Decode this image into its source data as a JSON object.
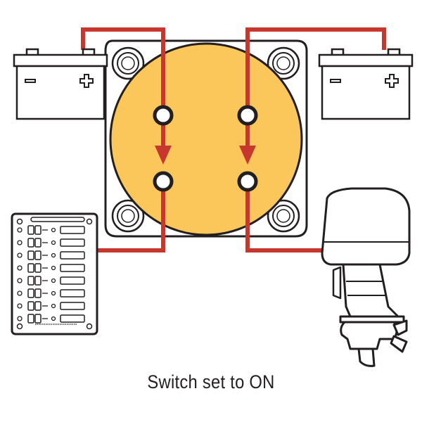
{
  "caption": "Switch set to ON",
  "colors": {
    "wire": "#c8372d",
    "switch_face": "#fcc75a",
    "outline": "#231f20",
    "background": "#ffffff"
  },
  "components": {
    "battery_left": {
      "terminals": [
        "minus",
        "plus"
      ]
    },
    "battery_right": {
      "terminals": [
        "minus",
        "plus"
      ]
    },
    "battery_switch": {
      "state": "ON",
      "terminals": 4
    },
    "circuit_breaker_panel": {
      "switches": 8
    },
    "outboard_motor": {}
  }
}
